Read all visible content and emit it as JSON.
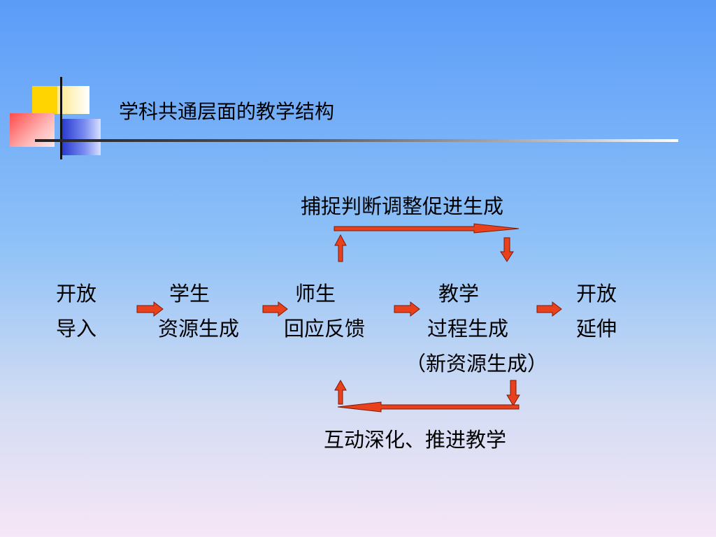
{
  "title": "学科共通层面的教学结构",
  "top_label": "捕捉判断调整促进生成",
  "bottom_label": "互动深化、推进教学",
  "stages": [
    {
      "line1": "开放",
      "line2": "导入"
    },
    {
      "line1": "学生",
      "line2": "资源生成"
    },
    {
      "line1": "师生",
      "line2": "回应反馈"
    },
    {
      "line1": "教学",
      "line2": "过程生成",
      "line3": "（新资源生成）"
    },
    {
      "line1": "开放",
      "line2": "延伸"
    }
  ],
  "colors": {
    "arrow_fill": "#e8411c",
    "arrow_stroke": "#7a1a08"
  }
}
